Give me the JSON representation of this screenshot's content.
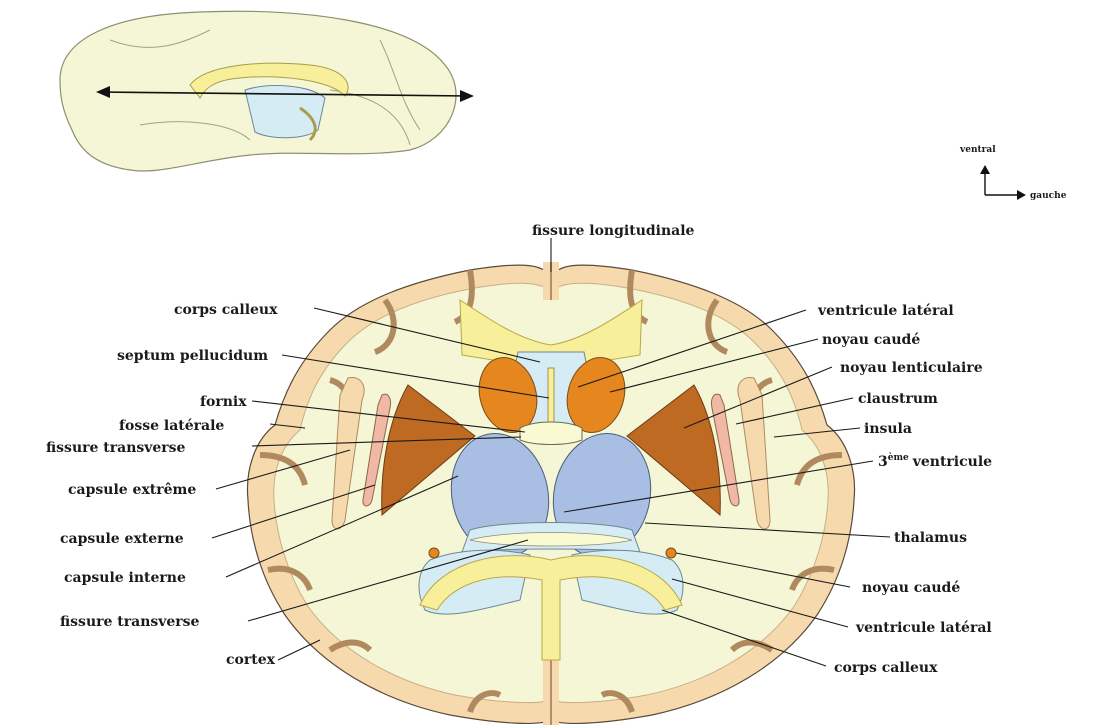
{
  "orientation": {
    "up": "ventral",
    "right": "gauche"
  },
  "title_label": "fissure longitudinale",
  "left_labels": [
    "corps calleux",
    "septum pellucidum",
    "fornix",
    "fosse latérale",
    "fissure transverse",
    "capsule extrême",
    "capsule externe",
    "capsule interne",
    "fissure transverse",
    "cortex"
  ],
  "right_labels": [
    "ventricule latéral",
    "noyau caudé",
    "noyau lenticulaire",
    "claustrum",
    "insula",
    "3",
    "ème",
    "ventricule",
    "thalamus",
    "noyau caudé",
    "ventricule latéral",
    "corps calleux"
  ],
  "colors": {
    "white_matter": "#f4f6d6",
    "cortex": "#f6d9ad",
    "cortex_outline": "#b08a5e",
    "corpus_callosum": "#f8ef9a",
    "ventricle": "#d6ecf5",
    "thalamus": "#a8bfe3",
    "caudate": "#e6861e",
    "lenticular": "#bf6a22",
    "claustrum": "#f1b9a5"
  }
}
